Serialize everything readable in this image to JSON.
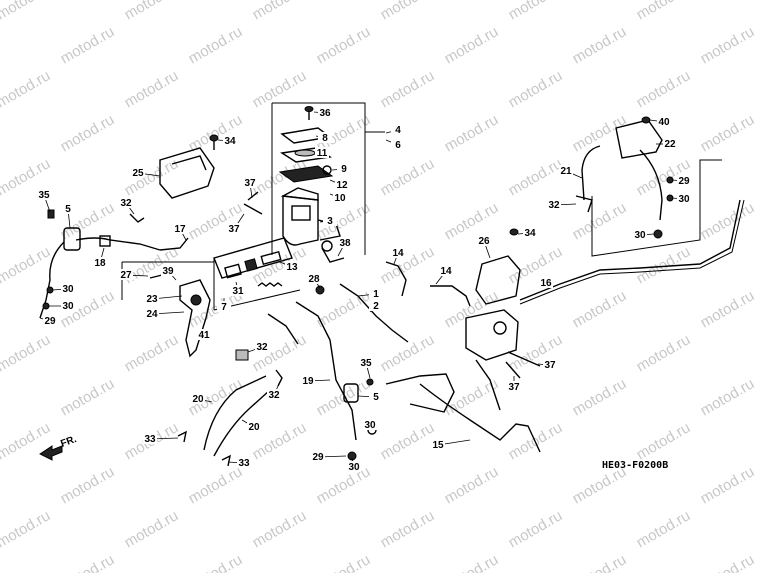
{
  "watermark": "motod.ru",
  "diagram_code": "HE03-F0200B",
  "direction_label": "FR.",
  "callouts": [
    "36",
    "8",
    "11",
    "9",
    "12",
    "10",
    "3",
    "38",
    "13",
    "31",
    "7",
    "4",
    "6",
    "34",
    "25",
    "37",
    "37",
    "35",
    "5",
    "32",
    "17",
    "18",
    "30",
    "30",
    "29",
    "27",
    "39",
    "23",
    "24",
    "41",
    "28",
    "14",
    "1",
    "2",
    "26",
    "34",
    "14",
    "16",
    "37",
    "37",
    "35",
    "5",
    "19",
    "30",
    "30",
    "29",
    "32",
    "32",
    "20",
    "20",
    "33",
    "33",
    "15",
    "40",
    "22",
    "21",
    "29",
    "30",
    "32",
    "30"
  ]
}
